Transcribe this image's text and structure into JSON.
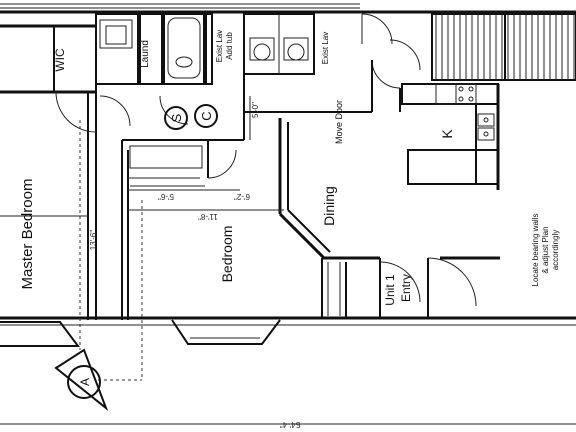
{
  "rooms": {
    "master_bedroom": "Master Bedroom",
    "bedroom": "Bedroom",
    "dining": "Dining",
    "kitchen": "K",
    "wic": "WIC",
    "laund": "Laund",
    "unit_entry_1": "Unit 1",
    "unit_entry_2": "Entry"
  },
  "notes": {
    "move_door": "Move Door",
    "exist_lav": "Exist Lav",
    "exist_lav_add_tub_1": "Exist Lav",
    "exist_lav_add_tub_2": "Add tub",
    "locate_1": "Locate bearing walls",
    "locate_2": "& adjust Plan",
    "locate_3": "accordingly"
  },
  "dimensions": {
    "d_5_0": "5'-0\"",
    "d_13_6": "13'-6\"",
    "d_11_8": "11'-8\"",
    "d_6_2": "6'-2\"",
    "d_5_6": "5'-6\"",
    "d_54_4": "54'-4\""
  },
  "symbols": {
    "s": "S",
    "c": "C",
    "section": "A"
  }
}
